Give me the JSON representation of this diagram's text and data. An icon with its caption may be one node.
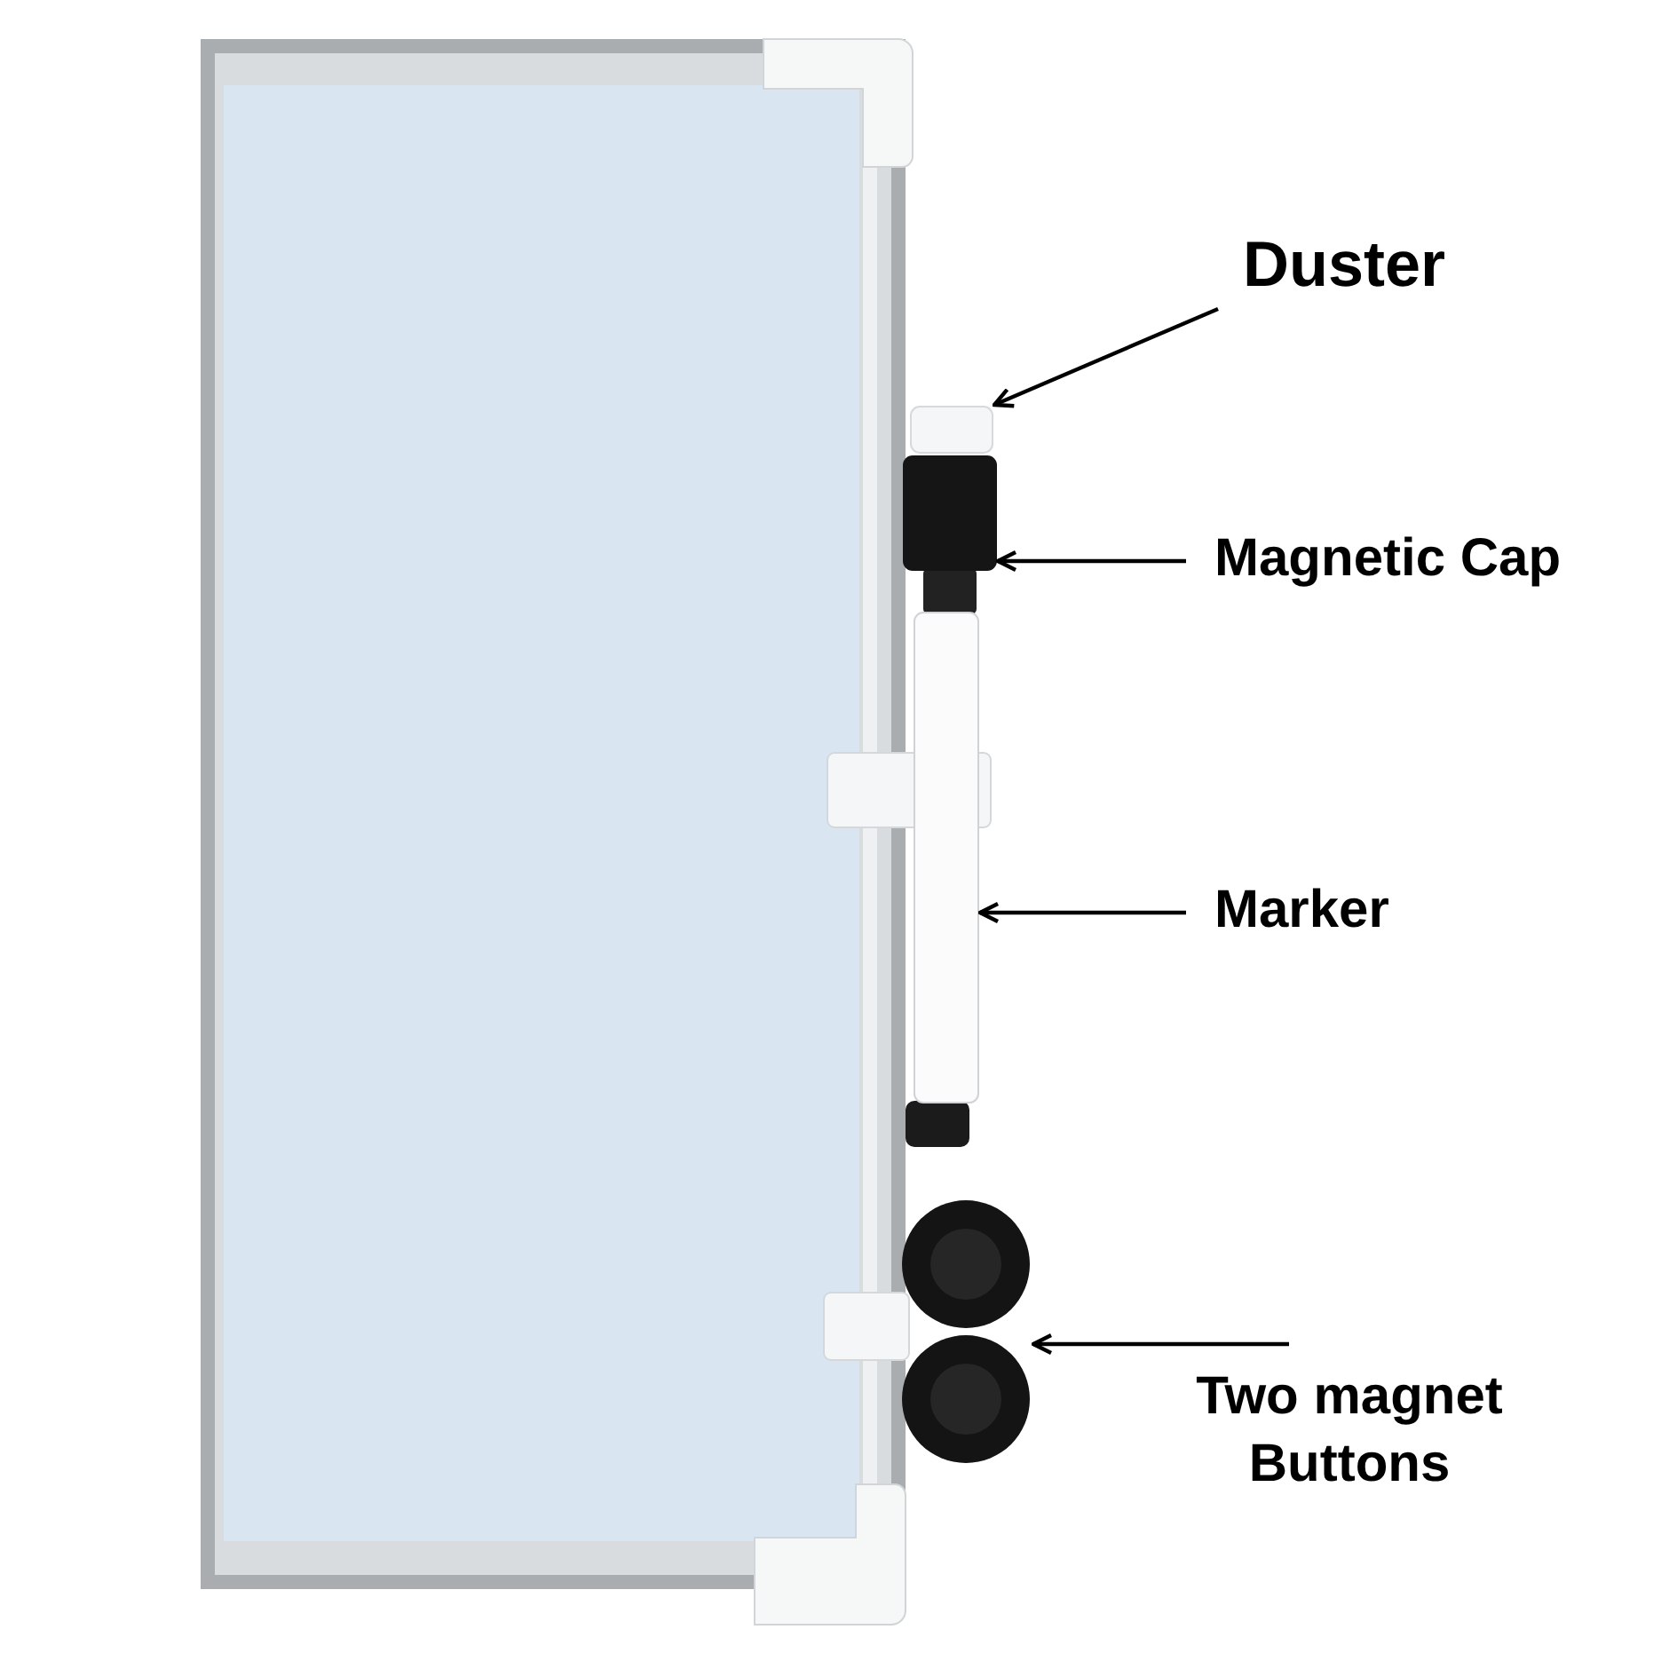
{
  "diagram": {
    "nodes": [
      {
        "text": [
          "Duster"
        ]
      },
      {
        "text": [
          "Magnetic Cap"
        ]
      },
      {
        "text": [
          "Marker"
        ]
      },
      {
        "text": [
          "Two magnet Buttons"
        ]
      },
      {
        "text": [],
        "shape": "box"
      },
      {
        "text": [],
        "shape": "box"
      },
      {
        "text": [],
        "shape": "box"
      },
      {
        "text": [],
        "shape": "picture"
      }
    ],
    "edges": [
      {
        "from": 0,
        "to": 4,
        "arrow": "to"
      },
      {
        "from": 1,
        "to": 5,
        "arrow": "to"
      },
      {
        "from": 2,
        "to": 6,
        "arrow": "to"
      },
      {
        "from": 3,
        "to": 7,
        "arrow": "to"
      }
    ]
  }
}
